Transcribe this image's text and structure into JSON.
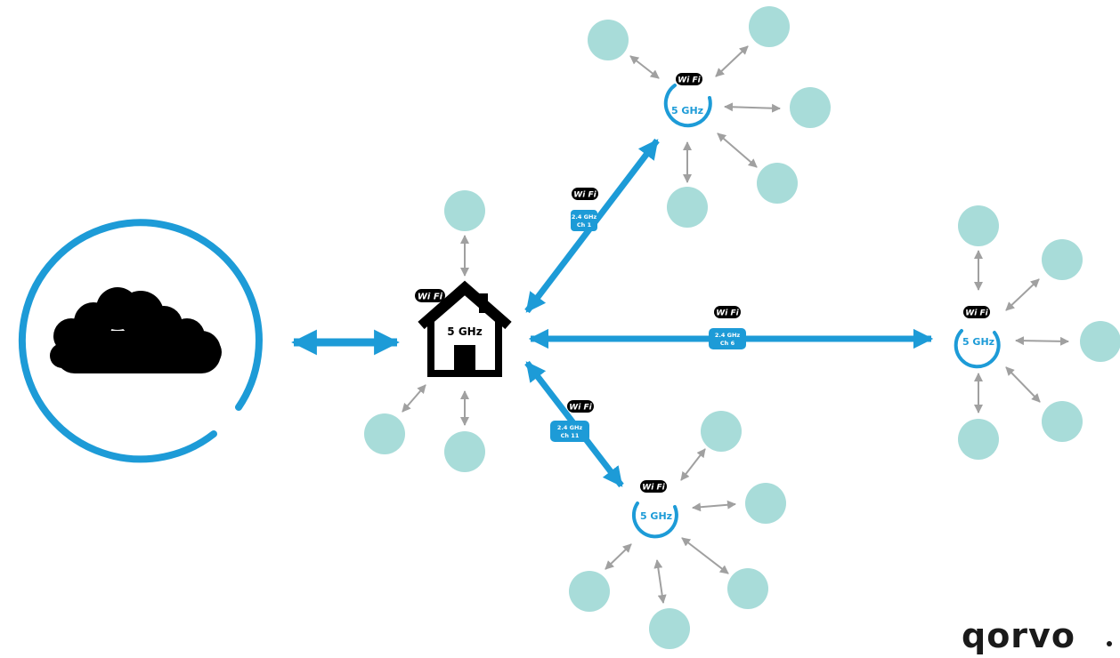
{
  "colors": {
    "primary_blue": "#1d9bd7",
    "device_teal": "#a8dcd9",
    "arrow_gray": "#a0a0a0",
    "black": "#000000"
  },
  "icons": {
    "cloud": "cloud-icon",
    "house": "house-icon",
    "wifi": "wifi-badge-icon"
  },
  "router": {
    "band": "5 GHz",
    "wifi": "Wi Fi"
  },
  "links": {
    "top": {
      "line1": "2.4 GHz",
      "line2": "Ch 1"
    },
    "right": {
      "line1": "2.4 GHz",
      "line2": "Ch 6"
    },
    "bottom": {
      "line1": "2.4 GHz",
      "line2": "Ch 11"
    }
  },
  "satellites": {
    "top": {
      "band": "5 GHz"
    },
    "right": {
      "band": "5 GHz"
    },
    "bottom": {
      "band": "5 GHz"
    }
  },
  "brand": {
    "logo": "qorvo"
  }
}
